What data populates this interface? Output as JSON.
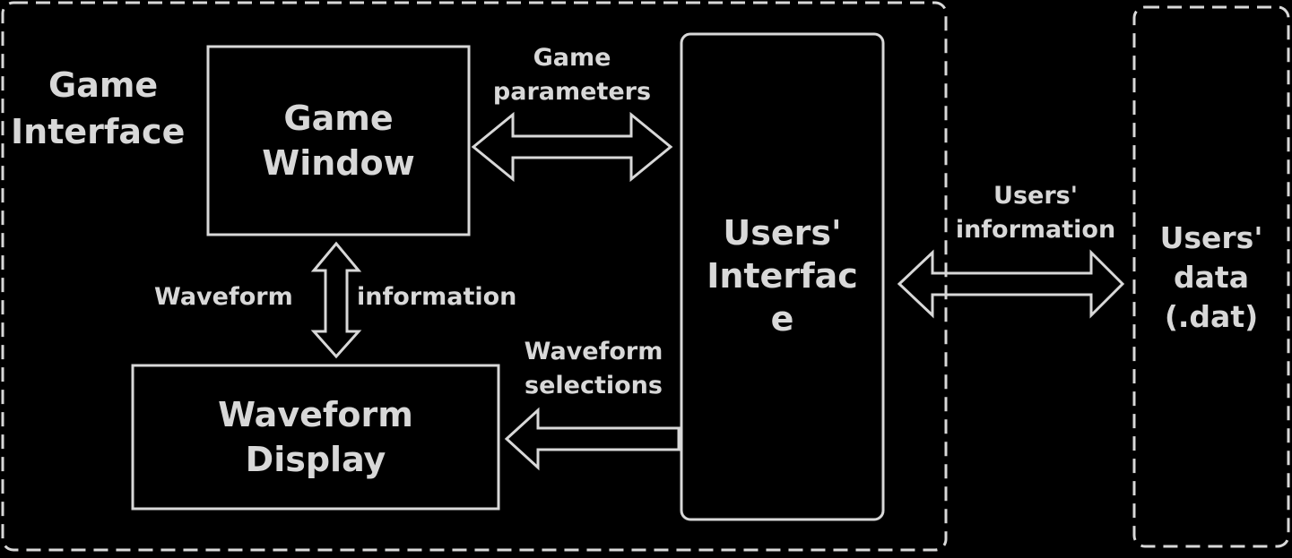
{
  "colors": {
    "background": "#000000",
    "stroke": "#d8d8d8",
    "text": "#d8d8d8"
  },
  "game_interface": {
    "line1": "Game",
    "line2": "Interface"
  },
  "game_window": {
    "line1": "Game",
    "line2": "Window"
  },
  "waveform_display": {
    "line1": "Waveform",
    "line2": "Display"
  },
  "users_interface": {
    "line1": "Users'",
    "line2": "Interfac",
    "line3": "e"
  },
  "users_data": {
    "line1": "Users'",
    "line2": "data",
    "line3": "(.dat)"
  },
  "arrow_game_parameters": {
    "line1": "Game",
    "line2": "parameters"
  },
  "arrow_waveform_information": {
    "left": "Waveform",
    "right": "information"
  },
  "arrow_waveform_selections": {
    "line1": "Waveform",
    "line2": "selections"
  },
  "arrow_users_information": {
    "line1": "Users'",
    "line2": "information"
  }
}
